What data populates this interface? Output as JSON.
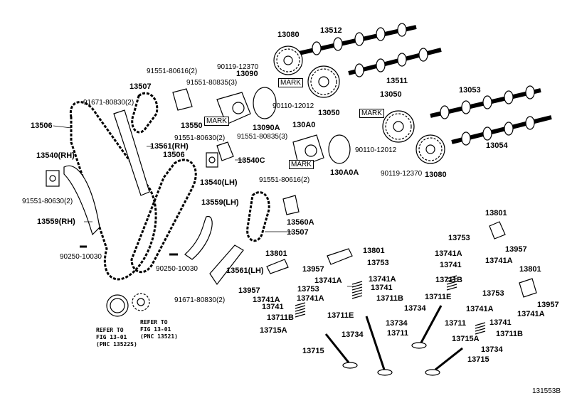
{
  "labels": {
    "p13080a": "13080",
    "p13512": "13512",
    "p13511": "13511",
    "p90119a": "90119-12370",
    "p91551a": "91551-80616(2)",
    "p13090": "13090",
    "p91551b": "91551-80835(3)",
    "p13507a": "13507",
    "p91671a": "91671-80830(2)",
    "p13550": "13550",
    "p90110a": "90110-12012",
    "p13050a": "13050",
    "p13050b": "13050",
    "p13053": "13053",
    "p13506a": "13506",
    "p13561rh": "13561(RH)",
    "p13506b": "13506",
    "p91551c": "91551-80630(2)",
    "p13540c": "13540C",
    "p91551d": "91551-80835(3)",
    "p130a0": "130A0",
    "p13090a": "13090A",
    "p13540rh": "13540(RH)",
    "p13540lh": "13540(LH)",
    "p90110b": "90110-12012",
    "p13054": "13054",
    "p91551e": "91551-80630(2)",
    "p91551f": "91551-80616(2)",
    "p130a0a": "130A0A",
    "p90119b": "90119-12370",
    "p13080b": "13080",
    "p13559lh": "13559(LH)",
    "p13560a": "13560A",
    "p13559rh": "13559(RH)",
    "p13507b": "13507",
    "p13801a": "13801",
    "p90250a": "90250-10030",
    "p13801b": "13801",
    "p13753a": "13753",
    "p13957a": "13957",
    "p13957b": "13957",
    "p13753b": "13753",
    "p90250b": "90250-10030",
    "p13561lh": "13561(LH)",
    "p13741a1": "13741A",
    "p13741a2": "13741A",
    "p13741a3": "13741A",
    "p13741a4": "13741A",
    "p13741_1": "13741",
    "p13741_2": "13741",
    "p13741b1": "13741",
    "p13711b1": "13711B",
    "p13711b2": "13711B",
    "p13711b3": "13711B",
    "p13711e1": "13711E",
    "p13711e2": "13711E",
    "p13734a": "13734",
    "p13734b": "13734",
    "p13734c": "13734",
    "p13734d": "13734",
    "p13711a": "13711",
    "p13711b": "13711",
    "p13715a1": "13715A",
    "p13715a2": "13715A",
    "p13715a": "13715",
    "p13715b": "13715",
    "p91671b": "91671-80830(2)",
    "p13753c": "13753",
    "p13741a5": "13741A",
    "p13741a6": "13741A",
    "p13741a7": "13741A",
    "p13741a8": "13741A",
    "p13957c": "13957",
    "p13741c": "13741",
    "p13801c": "13801",
    "p13711bx": "13711B",
    "p13957d": "13957",
    "mark1": "MARK",
    "mark2": "MARK",
    "mark3": "MARK",
    "mark4": "MARK",
    "ref1_line1": "REFER TO",
    "ref1_line2": "FIG 13-01",
    "ref1_line3": "(PNC 13522S)",
    "ref2_line1": "REFER TO",
    "ref2_line2": "FIG 13-01",
    "ref2_line3": "(PNC 13521)",
    "figure_id": "131553B"
  }
}
